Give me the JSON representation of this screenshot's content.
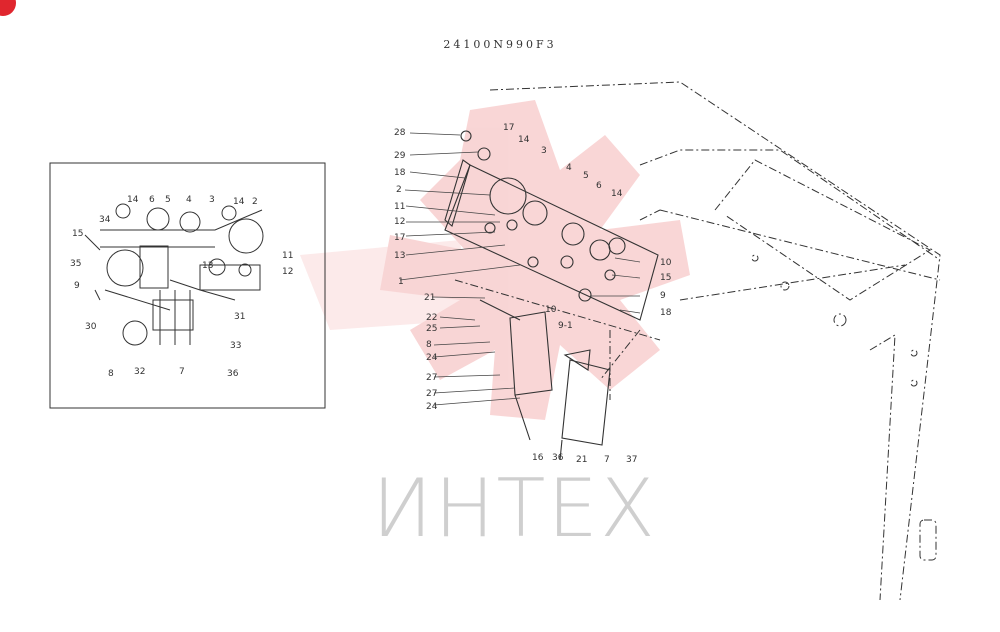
{
  "title": "24100N990F3",
  "watermark_text": "ИНТЕХ",
  "colors": {
    "line": "#333333",
    "watermark": "#f4b4b4",
    "badge": "#e0262e"
  },
  "inset_labels": [
    "14",
    "6",
    "5",
    "4",
    "3",
    "14",
    "2",
    "34",
    "15",
    "35",
    "9",
    "11",
    "13",
    "12",
    "31",
    "30",
    "33",
    "32",
    "36",
    "7",
    "8"
  ],
  "main_labels": [
    "28",
    "29",
    "17",
    "14",
    "3",
    "18",
    "4",
    "2",
    "5",
    "6",
    "11",
    "14",
    "12",
    "17",
    "13",
    "10",
    "1",
    "15",
    "9",
    "21",
    "18",
    "22",
    "9-1",
    "10",
    "25",
    "8",
    "24",
    "27",
    "27",
    "24",
    "16",
    "36",
    "21",
    "7",
    "37"
  ]
}
